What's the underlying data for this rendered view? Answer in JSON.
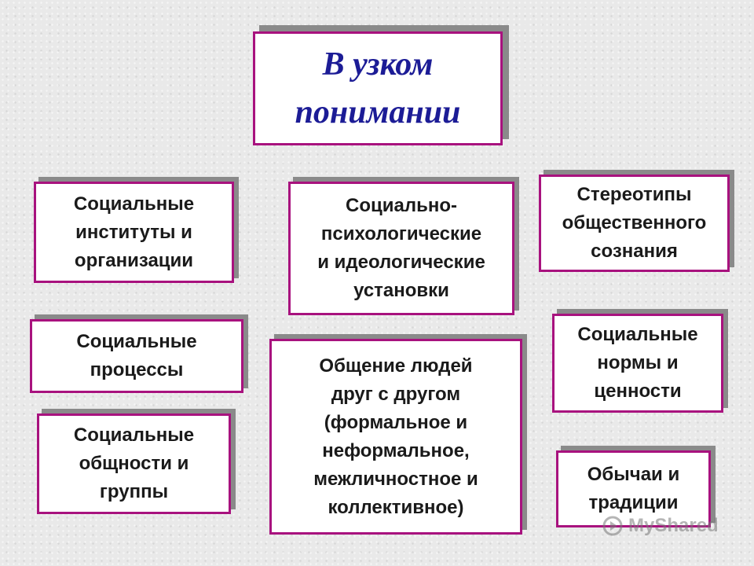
{
  "title": "В узком\nпонимании",
  "boxes": {
    "institutions": "Социальные\nинституты и\nорганизации",
    "attitudes": "Социально-\nпсихологические\nи идеологические\nустановки",
    "stereotypes": "Стереотипы\nобщественного\nсознания",
    "processes": "Социальные\nпроцессы",
    "communication": "Общение людей\nдруг с другом\n(формальное и\nнеформальное,\nмежличностное и\nколлективное)",
    "norms": "Социальные\nнормы и\nценности",
    "communities": "Социальные\nобщности и\nгруппы",
    "customs": "Обычаи и\nтрадиции"
  },
  "watermark": {
    "text": "MyShared",
    "icon": "myshared-logo-icon"
  },
  "colors": {
    "border": "#a8127e",
    "title_text": "#1c1c96",
    "shadow": "#8a8a8a",
    "background": "#e9e9e9"
  }
}
